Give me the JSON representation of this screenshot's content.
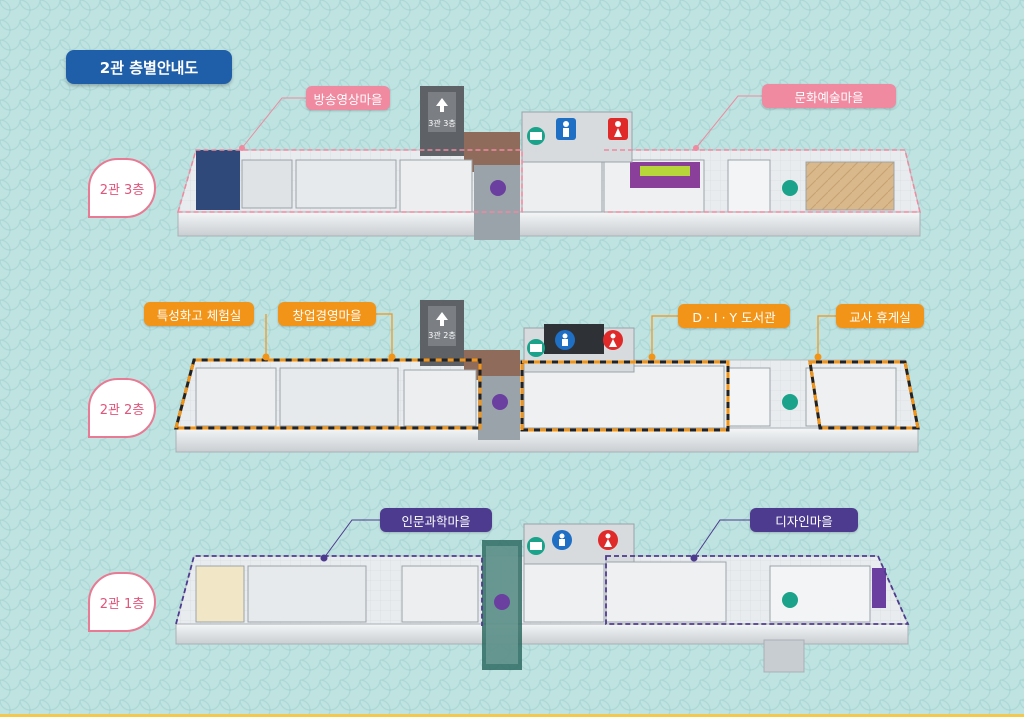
{
  "header": {
    "title": "2관 층별안내도"
  },
  "floors": [
    {
      "tag": "2관 3층",
      "elevator_label": "3관 3층",
      "zones": [
        "방송영상마을",
        "문화예술마을"
      ]
    },
    {
      "tag": "2관 2층",
      "elevator_label": "3관 2층",
      "zones": [
        "특성화고 체험실",
        "창업경영마을",
        "D · I · Y 도서관",
        "교사 휴게실"
      ]
    },
    {
      "tag": "2관 1층",
      "zones": [
        "인문과학마을",
        "디자인마을"
      ]
    }
  ],
  "colors": {
    "background": "#bfe3e1",
    "title_badge": "#1f5ea8",
    "floor_tag_border": "#e87a93",
    "floor3_accent": "#ef8aa0",
    "floor2_accent": "#f29418",
    "floor1_accent": "#4d3b8f",
    "restroom_male": "#1f6fc4",
    "restroom_female": "#e02a2a",
    "emergency_exit": "#1aa38a"
  },
  "icons": [
    "elevator-arrow-icon",
    "male-restroom-icon",
    "female-restroom-icon",
    "elevator-people-icon",
    "emergency-exit-icon"
  ]
}
